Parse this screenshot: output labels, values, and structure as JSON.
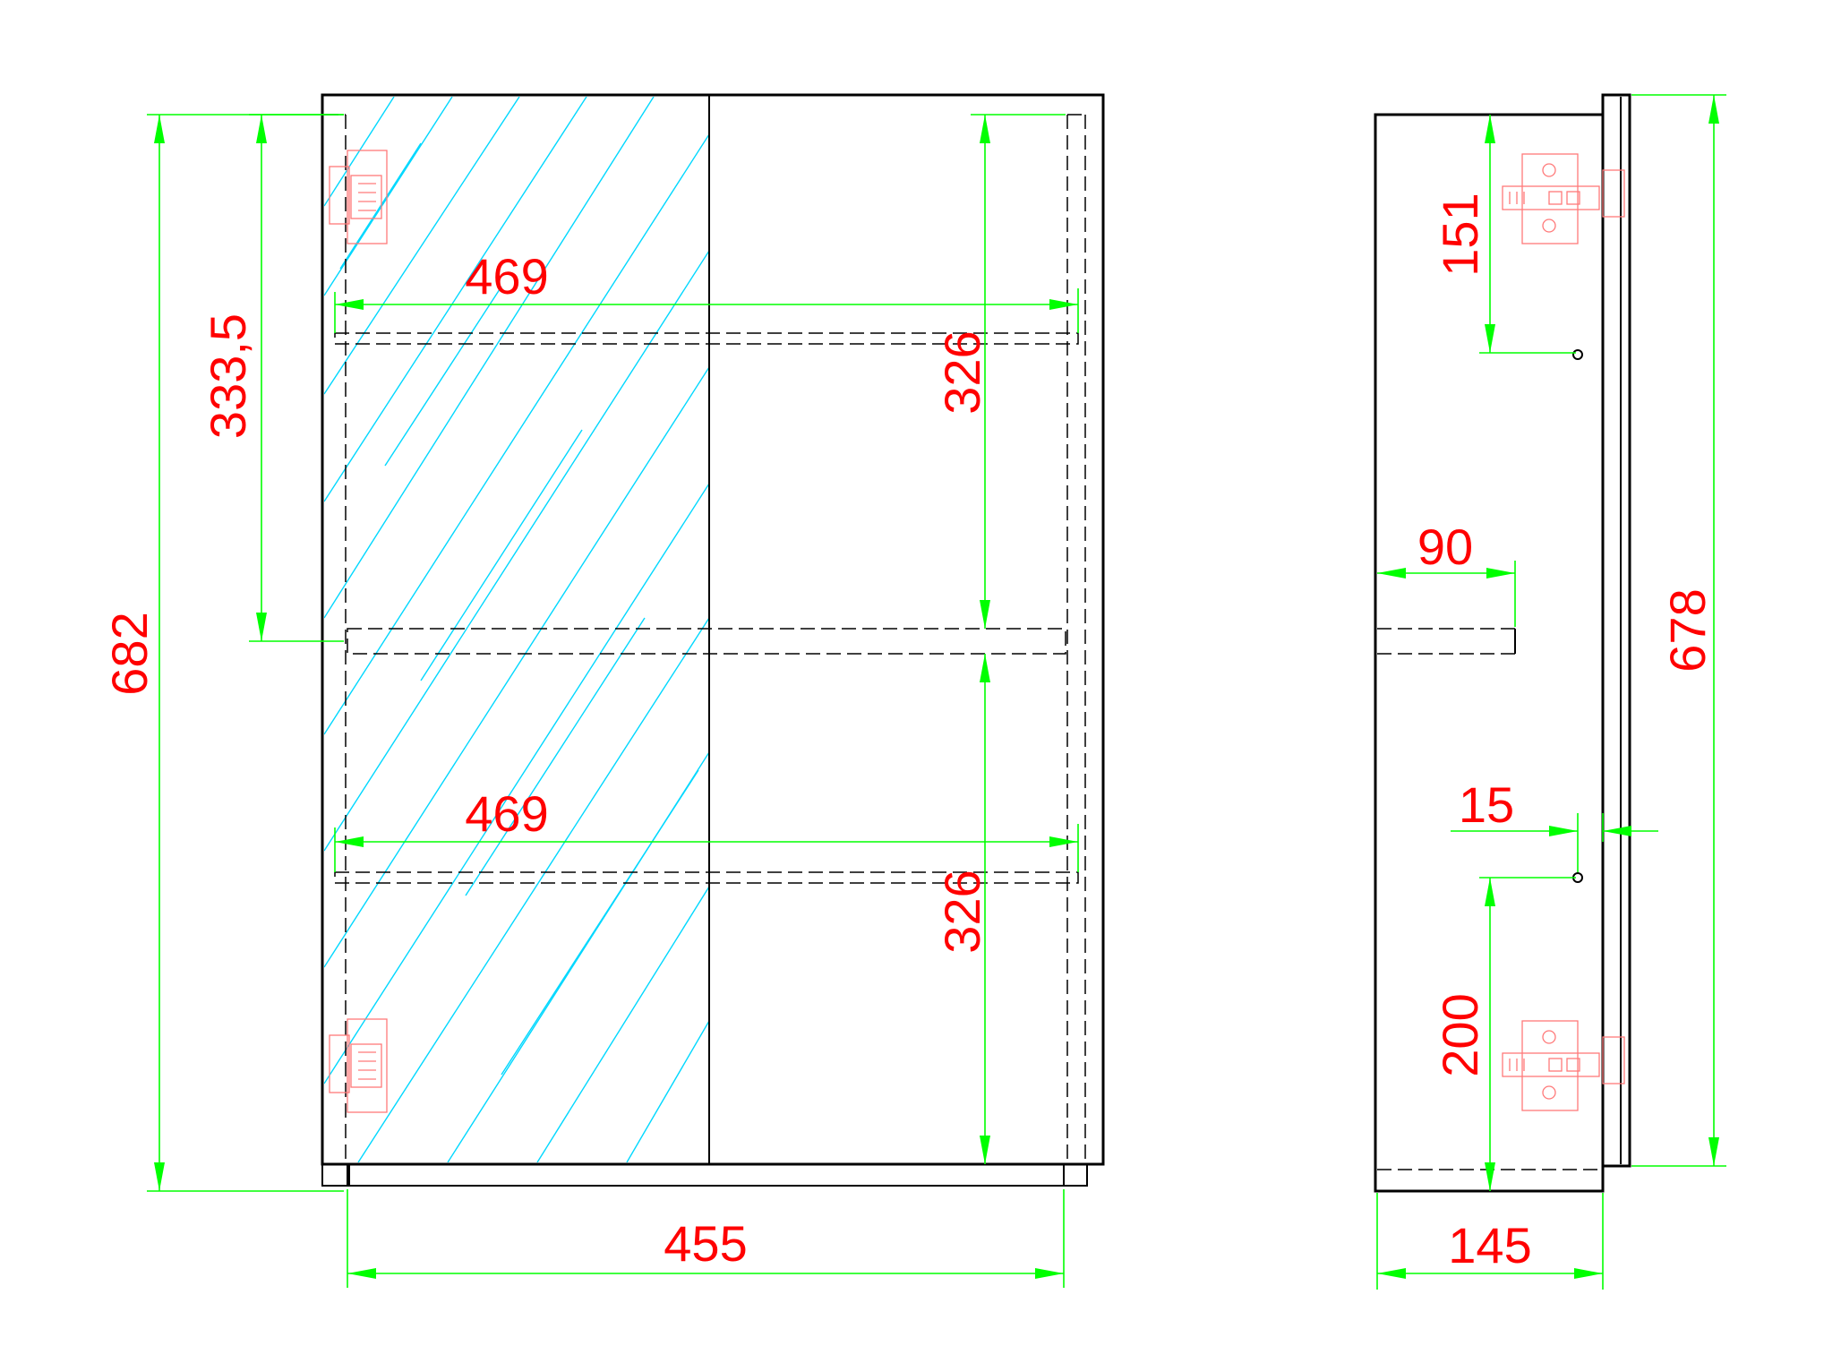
{
  "colors": {
    "outline": "#000000",
    "dimension_lines": "#00ff00",
    "dimension_text": "#ff0000",
    "glass_hatch": "#00d8ff",
    "hinge": "#ff7a7a"
  },
  "front_view": {
    "dimensions": {
      "overall_height": "682",
      "shelf_height": "333,5",
      "upper_shelf_width": "469",
      "lower_shelf_width": "469",
      "upper_compartment_height": "326",
      "lower_compartment_height": "326",
      "overall_width": "455"
    }
  },
  "side_view": {
    "dimensions": {
      "top_hinge_offset": "151",
      "shelf_depth": "90",
      "door_thickness": "15",
      "bottom_hinge_offset": "200",
      "overall_height": "678",
      "overall_depth": "145"
    }
  }
}
